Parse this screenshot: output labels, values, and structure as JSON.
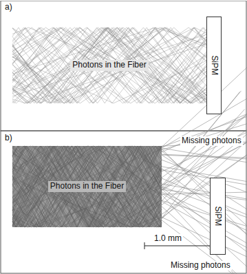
{
  "diagram": {
    "nodes": [
      {
        "text": [
          "Photons in the Fiber"
        ]
      },
      {
        "text": [
          "SiPM"
        ]
      },
      {
        "text": [
          "Photons in the Fiber"
        ]
      },
      {
        "text": [
          "SiPM"
        ]
      }
    ],
    "labels": [
      "a)",
      "b)",
      "Missing photons",
      "1.0 mm",
      "Missing photons"
    ]
  }
}
